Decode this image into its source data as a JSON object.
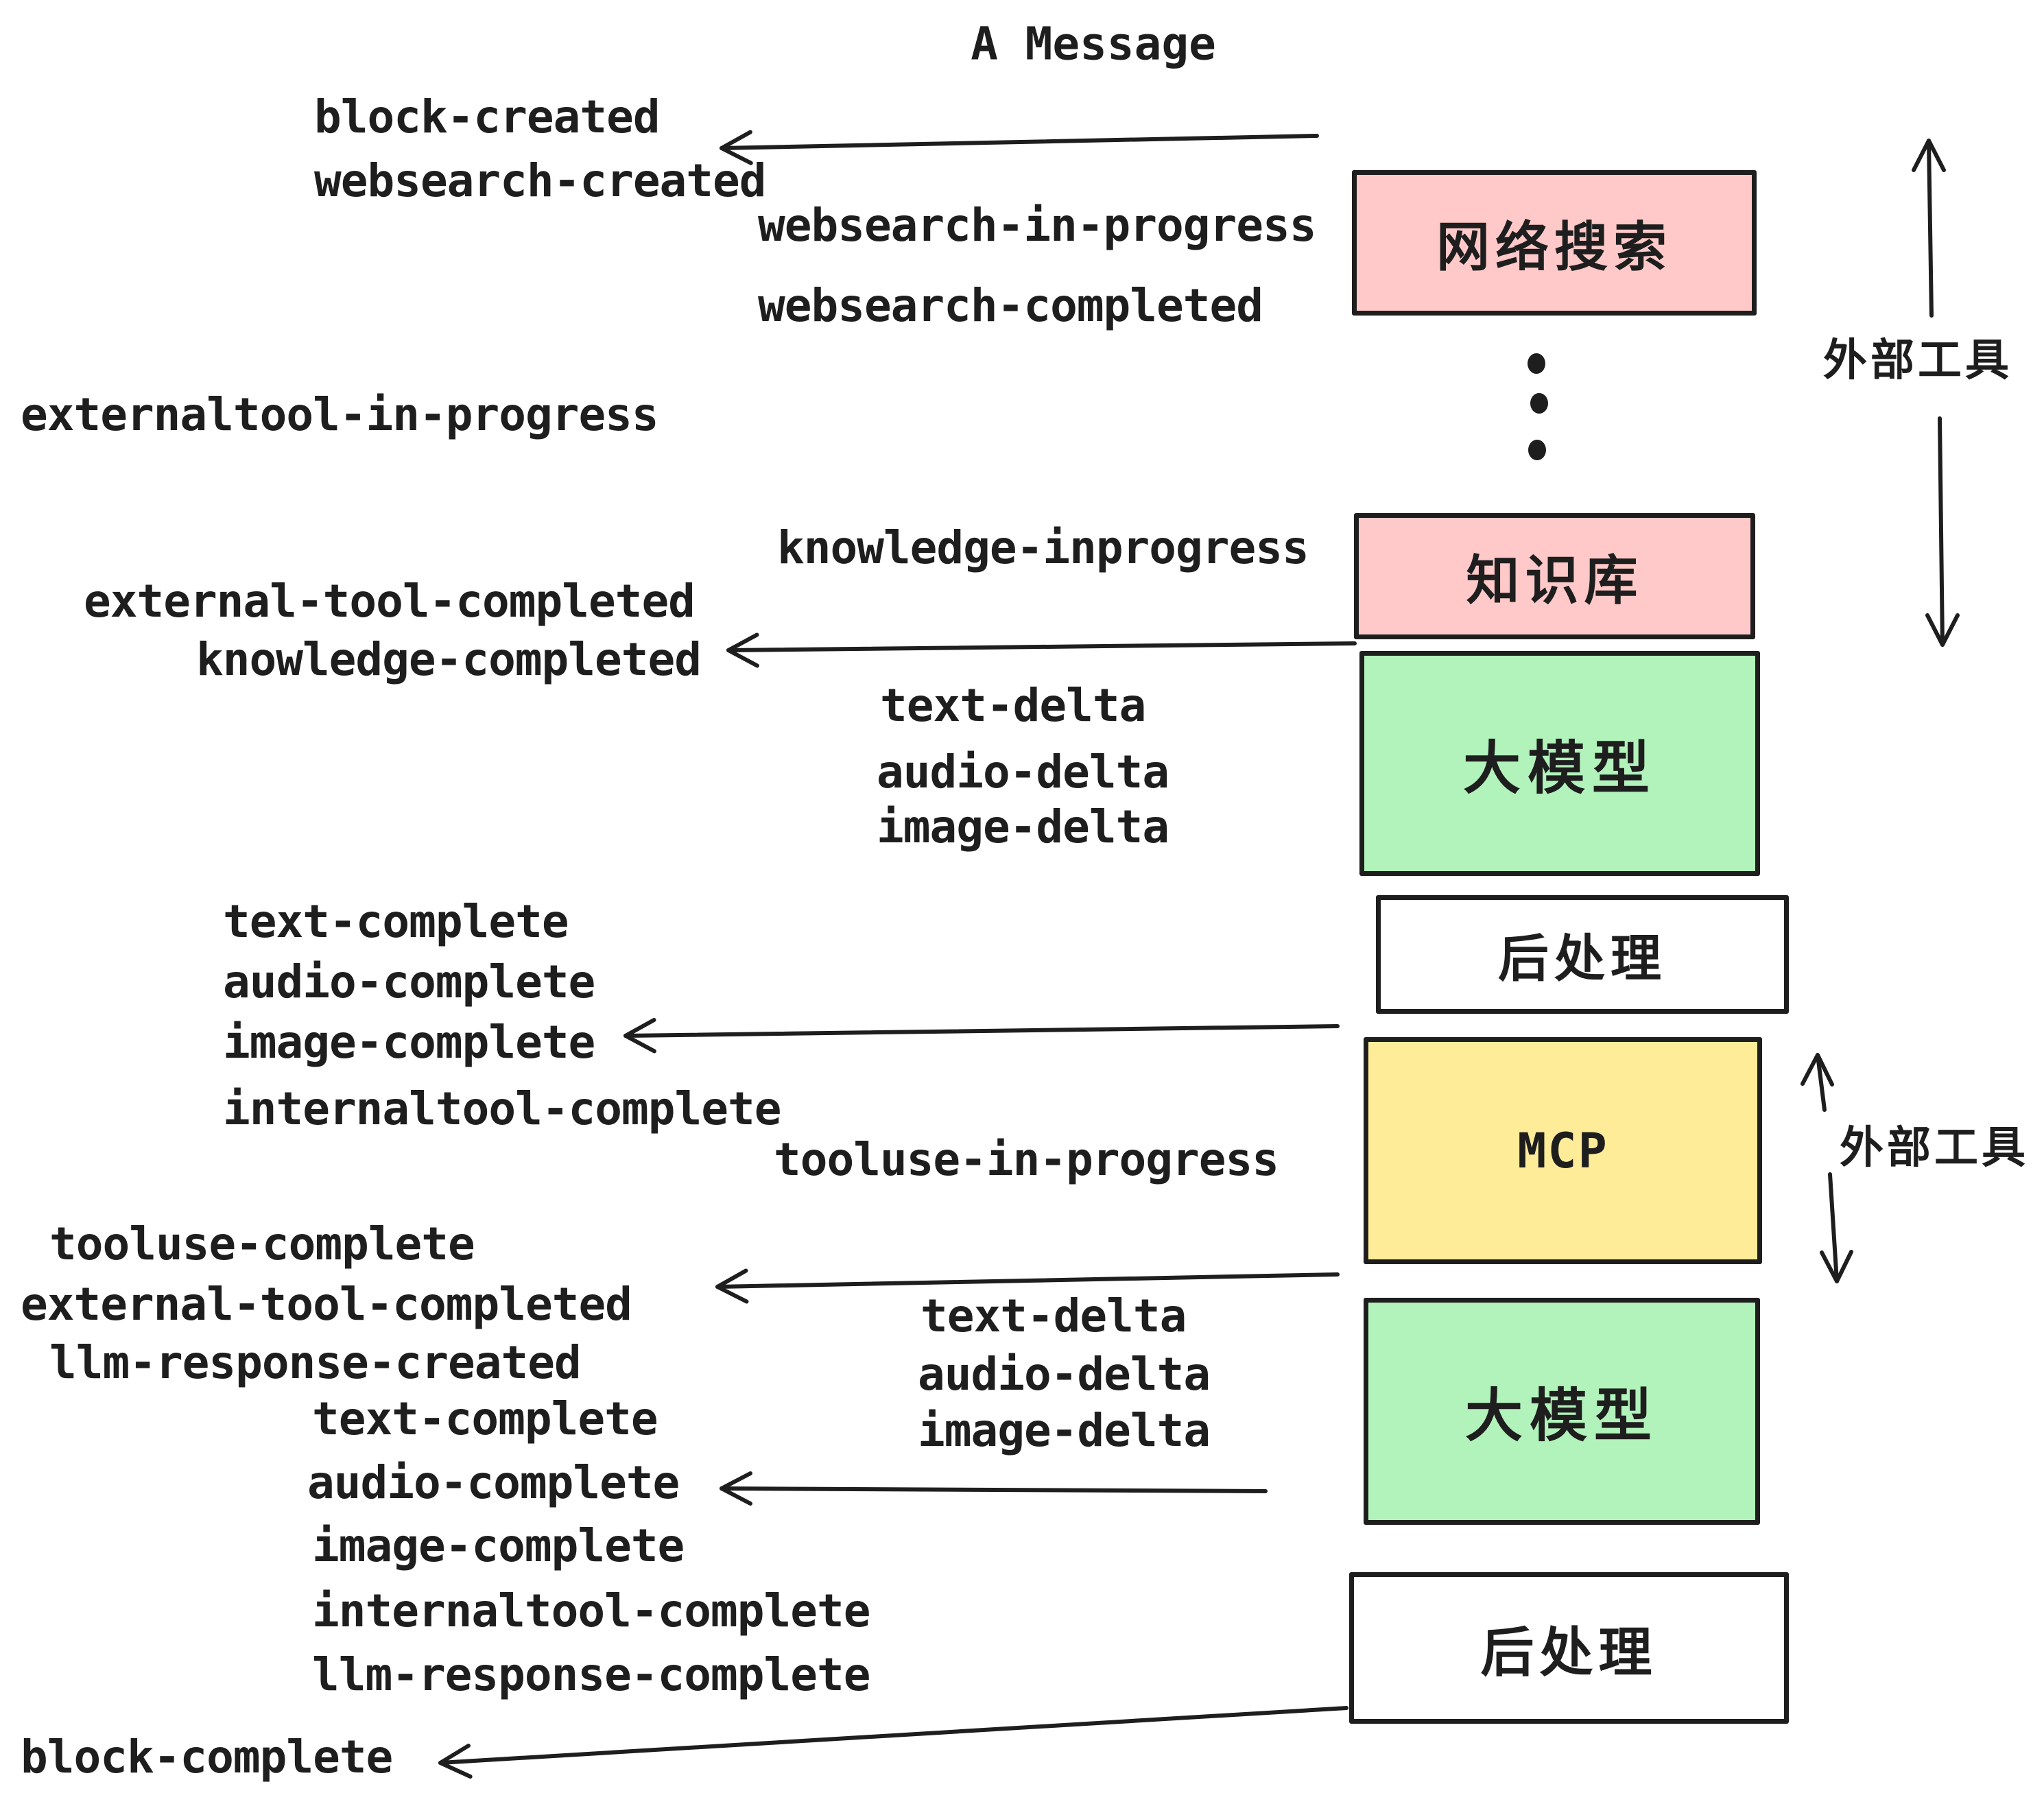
{
  "title": "A Message",
  "boxes": {
    "web_search": "网络搜索",
    "knowledge_base": "知识库",
    "llm": "大模型",
    "post_process": "后处理",
    "mcp": "MCP"
  },
  "annotations": {
    "external_tools": "外部工具"
  },
  "events": {
    "block_created": "block-created",
    "websearch_created": "websearch-created",
    "websearch_in_progress": "websearch-in-progress",
    "websearch_completed": "websearch-completed",
    "externaltool_in_progress": "externaltool-in-progress",
    "knowledge_inprogress": "knowledge-inprogress",
    "external_tool_completed": "external-tool-completed",
    "knowledge_completed": "knowledge-completed",
    "text_delta": "text-delta",
    "audio_delta": "audio-delta",
    "image_delta": "image-delta",
    "text_complete": "text-complete",
    "audio_complete": "audio-complete",
    "image_complete": "image-complete",
    "internaltool_complete": "internaltool-complete",
    "tooluse_in_progress": "tooluse-in-progress",
    "tooluse_complete": "tooluse-complete",
    "llm_response_created": "llm-response-created",
    "llm_response_complete": "llm-response-complete",
    "block_complete": "block-complete"
  },
  "colors": {
    "pink": "#ffc9c9",
    "green": "#b2f2bb",
    "yellow": "#ffec99",
    "stroke": "#1e1e1e",
    "background": "#ffffff"
  }
}
